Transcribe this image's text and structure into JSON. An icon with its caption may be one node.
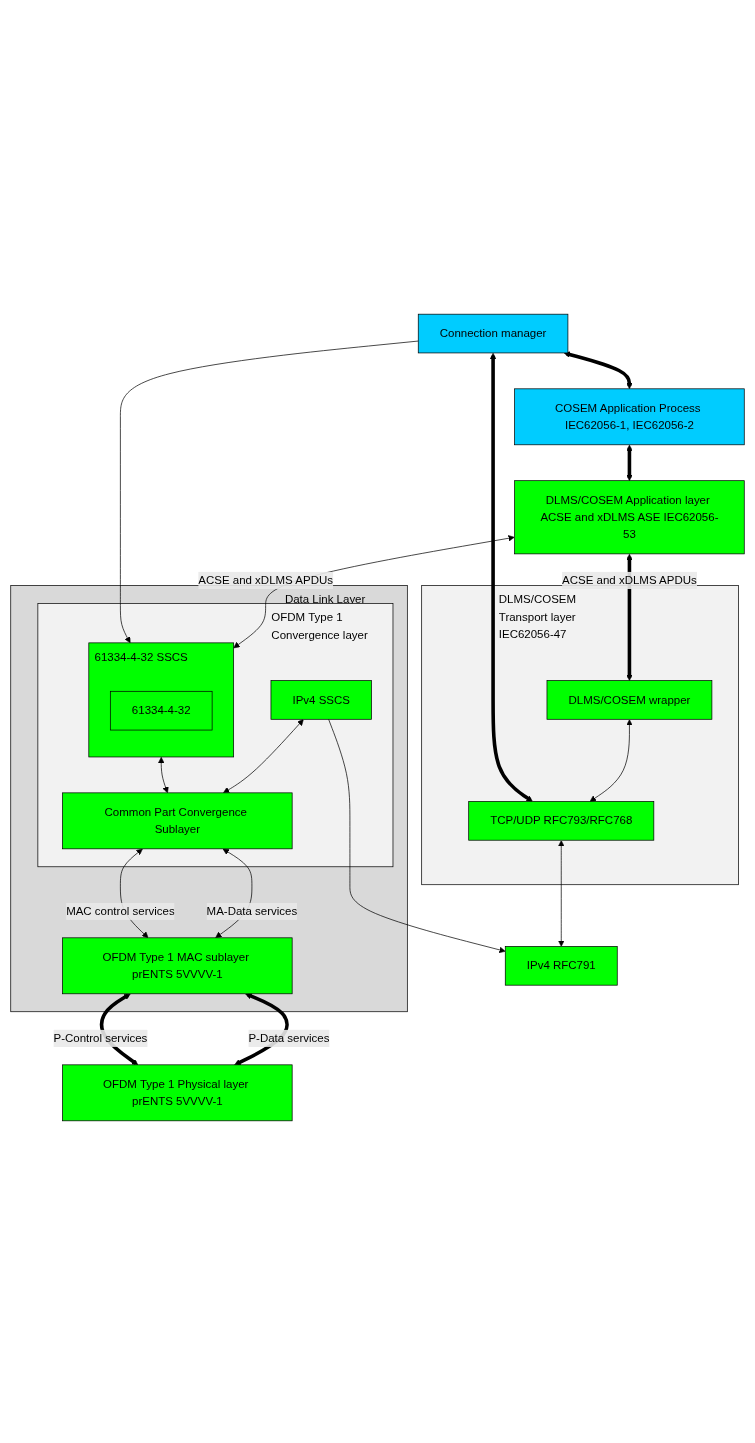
{
  "diagram": {
    "nodes": [
      {
        "text": [
          "Connection manager"
        ]
      },
      {
        "text": [
          "COSEM Application Process IEC62056-1, IEC62056-2"
        ]
      },
      {
        "text": [
          "DLMS/COSEM Application layer ACSE and xDLMS ASE IEC62056-53"
        ]
      },
      {
        "text": [
          "DLMS/COSEM Transport layer IEC62056-47"
        ]
      },
      {
        "text": [
          "DLMS/COSEM wrapper"
        ],
        "in": 3
      },
      {
        "text": [
          "TCP/UDP RFC793/RFC768"
        ],
        "in": 3
      },
      {
        "text": [
          "IPv4 RFC791"
        ]
      },
      {
        "text": [
          "Data Link Layer"
        ]
      },
      {
        "text": [
          "OFDM Type 1 Convergence layer"
        ],
        "in": 7
      },
      {
        "text": [
          "61334-4-32 SSCS"
        ],
        "in": 8
      },
      {
        "text": [
          "61334-4-32"
        ],
        "in": 9
      },
      {
        "text": [
          "IPv4 SSCS"
        ],
        "in": 8
      },
      {
        "text": [
          "Common Part Convergence Sublayer"
        ],
        "in": 8
      },
      {
        "text": [
          "OFDM Type 1 MAC sublayer prENTS 5VVVV-1"
        ],
        "in": 7
      },
      {
        "text": [
          "OFDM Type 1 Physical layer prENTS 5VVVV-1"
        ]
      }
    ],
    "edges": [
      {
        "from": 0,
        "to": 1,
        "arrow": "both",
        "style": "thick"
      },
      {
        "from": 1,
        "to": 2,
        "arrow": "both",
        "style": "thick"
      },
      {
        "from": 2,
        "to": 9,
        "arrow": "both",
        "label": "ACSE and xDLMS APDUs"
      },
      {
        "from": 2,
        "to": 4,
        "arrow": "both",
        "label": "ACSE and xDLMS APDUs",
        "style": "thick"
      },
      {
        "from": 4,
        "to": 5,
        "arrow": "both"
      },
      {
        "from": 5,
        "to": 6,
        "arrow": "both"
      },
      {
        "from": 0,
        "to": 5,
        "arrow": "both",
        "style": "thick"
      },
      {
        "from": 0,
        "to": 9,
        "arrow": "to"
      },
      {
        "from": 11,
        "to": 6,
        "arrow": "to"
      },
      {
        "from": 9,
        "to": 12,
        "arrow": "both"
      },
      {
        "from": 11,
        "to": 12,
        "arrow": "both"
      },
      {
        "from": 12,
        "to": 13,
        "arrow": "both",
        "label": "MA-Data services"
      },
      {
        "from": 12,
        "to": 13,
        "arrow": "both",
        "label": "MAC control services"
      },
      {
        "from": 13,
        "to": 14,
        "arrow": "both",
        "label": "P-Data services",
        "style": "thick"
      },
      {
        "from": 13,
        "to": 14,
        "arrow": "both",
        "label": "P-Control services",
        "style": "thick"
      }
    ]
  }
}
